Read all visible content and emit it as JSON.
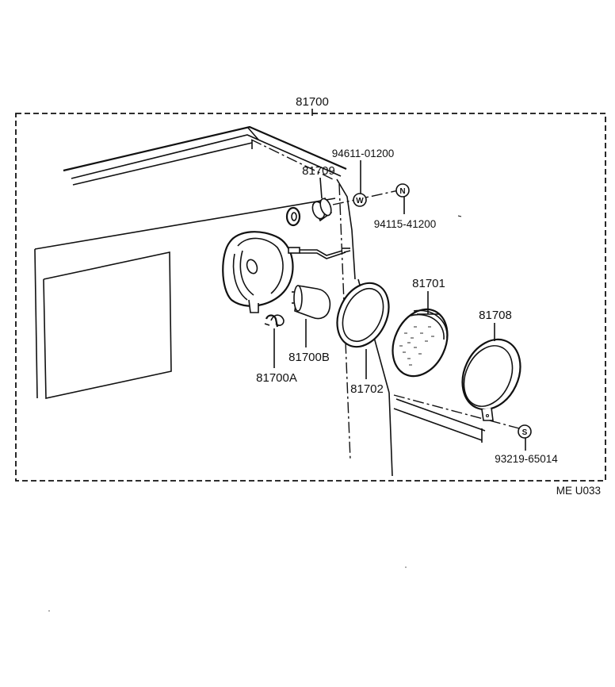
{
  "diagram": {
    "assembly_label": "81700",
    "code": "ME  U033"
  },
  "parts": {
    "p81709": "81709",
    "p94611": "94611-01200",
    "p94115": "94115-41200",
    "p81701": "81701",
    "p81708": "81708",
    "p81700B": "81700B",
    "p81700A": "81700A",
    "p81702": "81702",
    "p93219": "93219-65014"
  },
  "symbols": {
    "washer": "W",
    "nut": "N",
    "screw": "S"
  }
}
